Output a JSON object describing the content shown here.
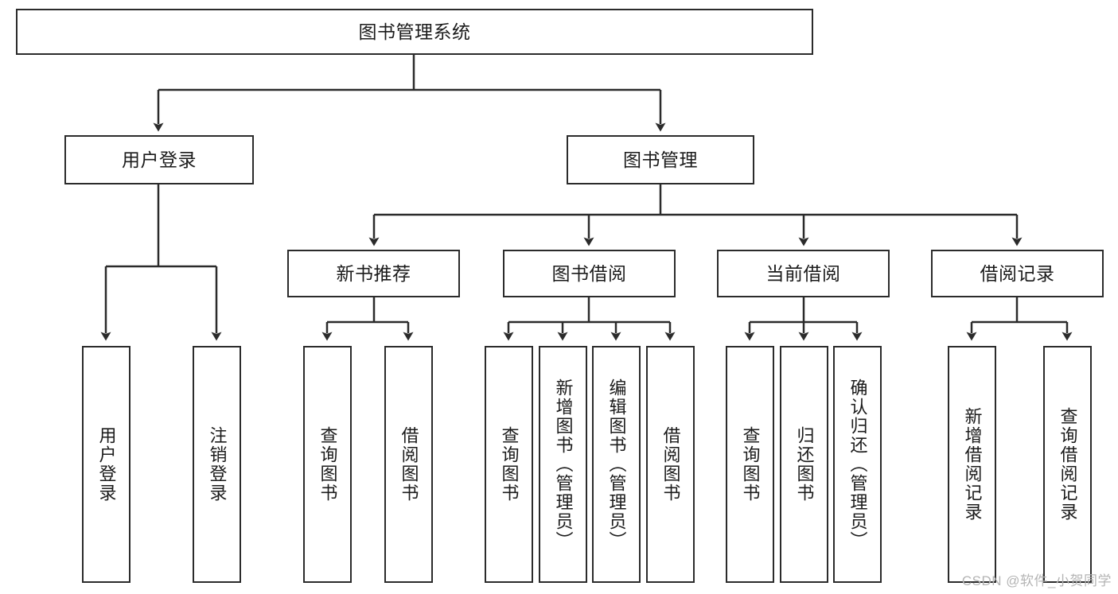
{
  "diagram": {
    "title": "图书管理系统",
    "watermark": "CSDN @软件_小贺同学",
    "line_color": "#2b2b2b",
    "box_fill": "#ffffff",
    "text_color": "#1b1b1b",
    "watermark_color": "#b4b4b4",
    "root": {
      "label": "图书管理系统"
    },
    "level2": [
      {
        "label": "用户登录"
      },
      {
        "label": "图书管理"
      }
    ],
    "level3": [
      {
        "label": "新书推荐"
      },
      {
        "label": "图书借阅"
      },
      {
        "label": "当前借阅"
      },
      {
        "label": "借阅记录"
      }
    ],
    "leaves": {
      "user_login": [
        {
          "label": "用户登录"
        },
        {
          "label": "注销登录"
        }
      ],
      "new_book": [
        {
          "label": "查询图书"
        },
        {
          "label": "借阅图书"
        }
      ],
      "borrow_book": [
        {
          "label": "查询图书"
        },
        {
          "label": "新增图书（管理员）"
        },
        {
          "label": "编辑图书（管理员）"
        },
        {
          "label": "借阅图书"
        }
      ],
      "current_borrow": [
        {
          "label": "查询图书"
        },
        {
          "label": "归还图书"
        },
        {
          "label": "确认归还（管理员）"
        }
      ],
      "borrow_record": [
        {
          "label": "新增借阅记录"
        },
        {
          "label": "查询借阅记录"
        }
      ]
    }
  }
}
